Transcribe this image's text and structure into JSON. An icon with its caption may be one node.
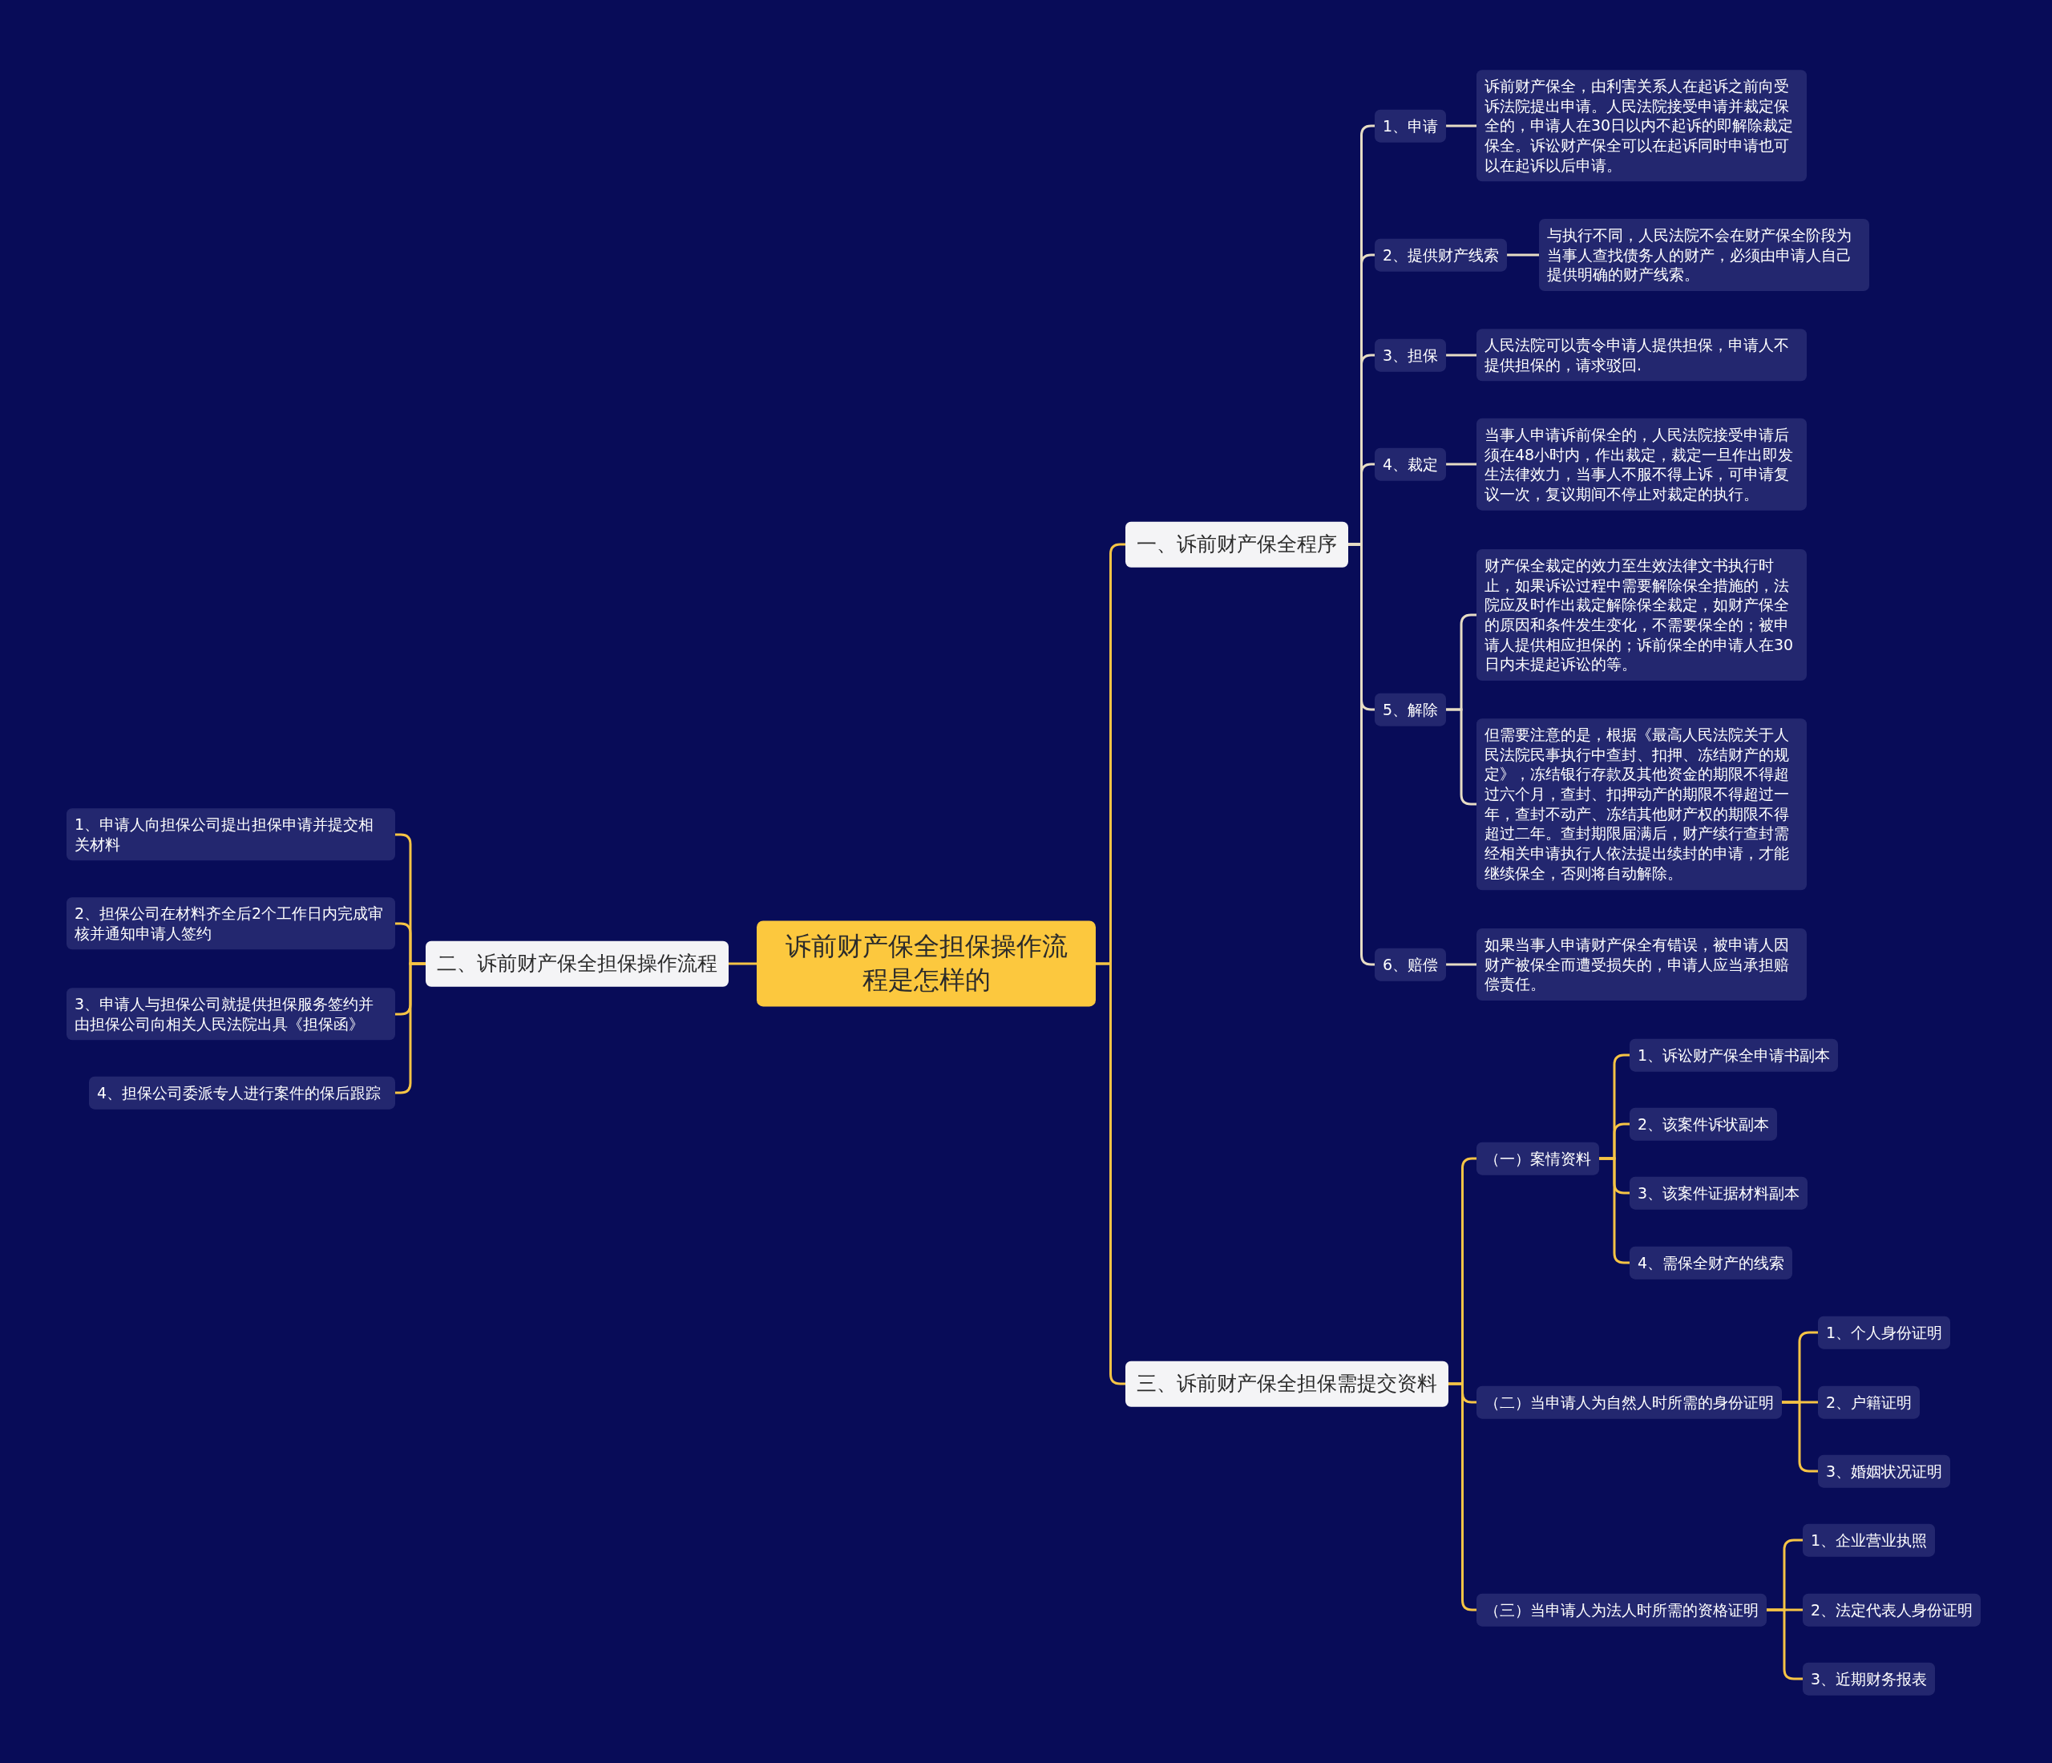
{
  "diagram": {
    "nodes": [
      {
        "text": [
          "诉前财产保全担保操作流程是怎样的"
        ]
      },
      {
        "text": [
          "一、诉前财产保全程序"
        ]
      },
      {
        "text": [
          "1、申请"
        ]
      },
      {
        "text": [
          "诉前财产保全，由利害关系人在起诉之前向受诉法院提出申请。人民法院接受申请并裁定保全的，申请人在30日以内不起诉的即解除裁定保全。诉讼财产保全可以在起诉同时申请也可以在起诉以后申请。"
        ]
      },
      {
        "text": [
          "2、提供财产线索"
        ]
      },
      {
        "text": [
          "与执行不同，人民法院不会在财产保全阶段为当事人查找债务人的财产，必须由申请人自己提供明确的财产线索。"
        ]
      },
      {
        "text": [
          "3、担保"
        ]
      },
      {
        "text": [
          "人民法院可以责令申请人提供担保，申请人不提供担保的，请求驳回."
        ]
      },
      {
        "text": [
          "4、裁定"
        ]
      },
      {
        "text": [
          "当事人申请诉前保全的，人民法院接受申请后须在48小时内，作出裁定，裁定一旦作出即发生法律效力，当事人不服不得上诉，可申请复议一次，复议期间不停止对裁定的执行。"
        ]
      },
      {
        "text": [
          "5、解除"
        ]
      },
      {
        "text": [
          "财产保全裁定的效力至生效法律文书执行时止，如果诉讼过程中需要解除保全措施的，法院应及时作出裁定解除保全裁定，如财产保全的原因和条件发生变化，不需要保全的；被申请人提供相应担保的；诉前保全的申请人在30日内未提起诉讼的等。"
        ]
      },
      {
        "text": [
          "但需要注意的是，根据《最高人民法院关于人民法院民事执行中查封、扣押、冻结财产的规定》，冻结银行存款及其他资金的期限不得超过六个月，查封、扣押动产的期限不得超过一年，查封不动产、冻结其他财产权的期限不得超过二年。查封期限届满后，财产续行查封需经相关申请执行人依法提出续封的申请，才能继续保全，否则将自动解除。"
        ]
      },
      {
        "text": [
          "6、赔偿"
        ]
      },
      {
        "text": [
          "如果当事人申请财产保全有错误，被申请人因财产被保全而遭受损失的，申请人应当承担赔偿责任。"
        ]
      },
      {
        "text": [
          "三、诉前财产保全担保需提交资料"
        ]
      },
      {
        "text": [
          "（一）案情资料"
        ]
      },
      {
        "text": [
          "1、诉讼财产保全申请书副本"
        ]
      },
      {
        "text": [
          "2、该案件诉状副本"
        ]
      },
      {
        "text": [
          "3、该案件证据材料副本"
        ]
      },
      {
        "text": [
          "4、需保全财产的线索"
        ]
      },
      {
        "text": [
          "（二）当申请人为自然人时所需的身份证明"
        ]
      },
      {
        "text": [
          "1、个人身份证明"
        ]
      },
      {
        "text": [
          "2、户籍证明"
        ]
      },
      {
        "text": [
          "3、婚姻状况证明"
        ]
      },
      {
        "text": [
          "（三）当申请人为法人时所需的资格证明"
        ]
      },
      {
        "text": [
          "1、企业营业执照"
        ]
      },
      {
        "text": [
          "2、法定代表人身份证明"
        ]
      },
      {
        "text": [
          "3、近期财务报表"
        ]
      },
      {
        "text": [
          "二、诉前财产保全担保操作流程"
        ]
      },
      {
        "text": [
          "1、申请人向担保公司提出担保申请并提交相关材料"
        ]
      },
      {
        "text": [
          "2、担保公司在材料齐全后2个工作日内完成审核并通知申请人签约"
        ]
      },
      {
        "text": [
          "3、申请人与担保公司就提供担保服务签约并由担保公司向相关人民法院出具《担保函》"
        ]
      },
      {
        "text": [
          "4、担保公司委派专人进行案件的保后跟踪"
        ]
      }
    ],
    "edges": [
      {
        "from": 0,
        "to": 1,
        "arrow": "none"
      },
      {
        "from": 0,
        "to": 15,
        "arrow": "none"
      },
      {
        "from": 0,
        "to": 29,
        "arrow": "none"
      },
      {
        "from": 1,
        "to": 2,
        "arrow": "none",
        "color": "#e6dcc4"
      },
      {
        "from": 1,
        "to": 4,
        "arrow": "none",
        "color": "#e6dcc4"
      },
      {
        "from": 1,
        "to": 6,
        "arrow": "none",
        "color": "#e6dcc4"
      },
      {
        "from": 1,
        "to": 8,
        "arrow": "none",
        "color": "#e6dcc4"
      },
      {
        "from": 1,
        "to": 10,
        "arrow": "none",
        "color": "#e6dcc4"
      },
      {
        "from": 1,
        "to": 13,
        "arrow": "none",
        "color": "#e6dcc4"
      },
      {
        "from": 2,
        "to": 3,
        "arrow": "none",
        "color": "#e6dcc4"
      },
      {
        "from": 4,
        "to": 5,
        "arrow": "none",
        "color": "#e6dcc4"
      },
      {
        "from": 6,
        "to": 7,
        "arrow": "none",
        "color": "#e6dcc4"
      },
      {
        "from": 8,
        "to": 9,
        "arrow": "none",
        "color": "#e6dcc4"
      },
      {
        "from": 10,
        "to": 11,
        "arrow": "none",
        "color": "#e6dcc4"
      },
      {
        "from": 10,
        "to": 12,
        "arrow": "none",
        "color": "#e6dcc4"
      },
      {
        "from": 13,
        "to": 14,
        "arrow": "none",
        "color": "#e6dcc4"
      },
      {
        "from": 15,
        "to": 16,
        "arrow": "none"
      },
      {
        "from": 15,
        "to": 21,
        "arrow": "none"
      },
      {
        "from": 15,
        "to": 25,
        "arrow": "none"
      },
      {
        "from": 16,
        "to": 17,
        "arrow": "none"
      },
      {
        "from": 16,
        "to": 18,
        "arrow": "none"
      },
      {
        "from": 16,
        "to": 19,
        "arrow": "none"
      },
      {
        "from": 16,
        "to": 20,
        "arrow": "none"
      },
      {
        "from": 21,
        "to": 22,
        "arrow": "none"
      },
      {
        "from": 21,
        "to": 23,
        "arrow": "none"
      },
      {
        "from": 21,
        "to": 24,
        "arrow": "none"
      },
      {
        "from": 25,
        "to": 26,
        "arrow": "none"
      },
      {
        "from": 25,
        "to": 27,
        "arrow": "none"
      },
      {
        "from": 25,
        "to": 28,
        "arrow": "none"
      },
      {
        "from": 29,
        "to": 30,
        "arrow": "none"
      },
      {
        "from": 29,
        "to": 31,
        "arrow": "none"
      },
      {
        "from": 29,
        "to": 32,
        "arrow": "none"
      },
      {
        "from": 29,
        "to": 33,
        "arrow": "none"
      }
    ]
  }
}
